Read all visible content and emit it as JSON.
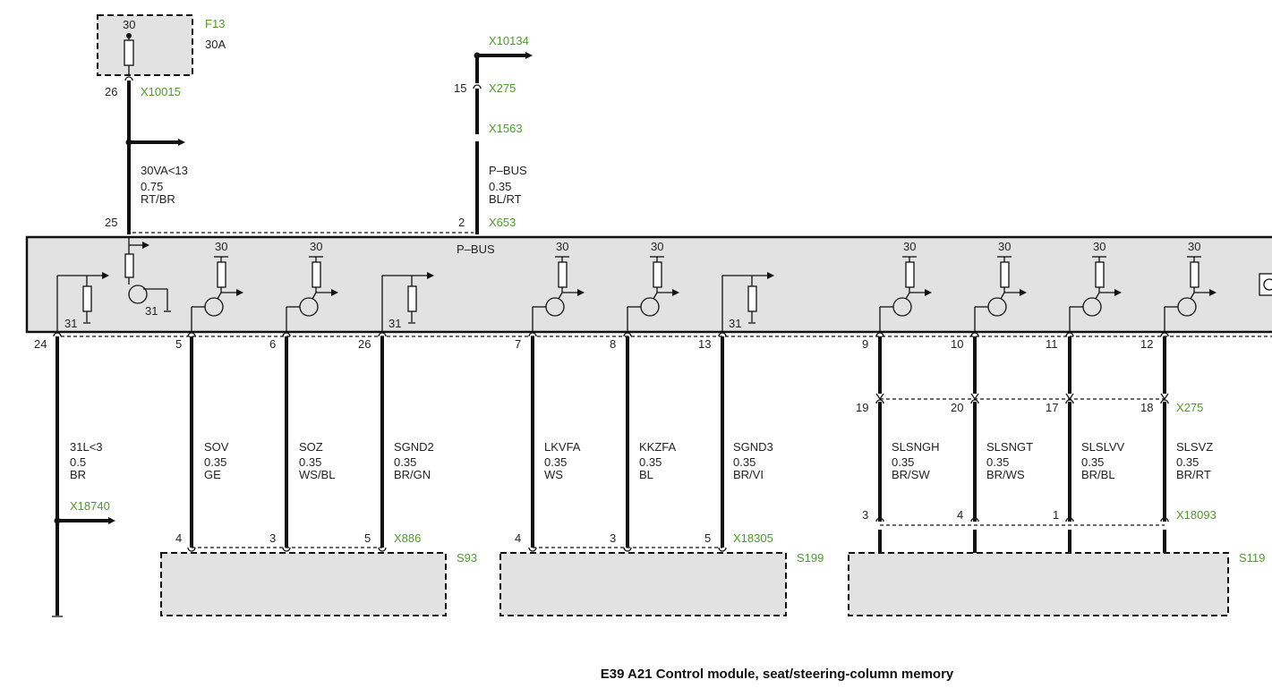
{
  "title": "E39 A21 Control module, seat/steering-column memory",
  "colors": {
    "connector_label": "#4e9a27",
    "module_fill": "#e2e2e2",
    "wire": "#111111"
  },
  "fuse": {
    "name": "F13",
    "rating": "30A",
    "terminal": "30",
    "pin": "26",
    "connector": "X10015"
  },
  "supply_wire": {
    "name": "30VA<13",
    "size": "0.75",
    "color": "RT/BR",
    "pin": "25"
  },
  "pbus": {
    "top_connector": "X10134",
    "connectors": [
      "X275",
      "X1563",
      "X653"
    ],
    "top_pin": "15",
    "module_pin": "2",
    "wire_name": "P–BUS",
    "size": "0.35",
    "color": "BL/RT",
    "module_label": "P–BUS"
  },
  "ground_wire": {
    "pin": "24",
    "name": "31L<3",
    "size": "0.5",
    "color": "BR",
    "connector": "X18740"
  },
  "module_labels": {
    "terminal_30": "30",
    "terminal_31": "31"
  },
  "switch_groups": [
    {
      "component": "S93",
      "connector": "X886",
      "wires": [
        {
          "module_pin": "5",
          "name": "SOV",
          "size": "0.35",
          "color": "GE",
          "switch_pin": "4"
        },
        {
          "module_pin": "6",
          "name": "SOZ",
          "size": "0.35",
          "color": "WS/BL",
          "switch_pin": "3"
        },
        {
          "module_pin": "26",
          "name": "SGND2",
          "size": "0.35",
          "color": "BR/GN",
          "switch_pin": "5"
        }
      ]
    },
    {
      "component": "S199",
      "connector": "X18305",
      "wires": [
        {
          "module_pin": "7",
          "name": "LKVFA",
          "size": "0.35",
          "color": "WS",
          "switch_pin": "4"
        },
        {
          "module_pin": "8",
          "name": "KKZFA",
          "size": "0.35",
          "color": "BL",
          "switch_pin": "3"
        },
        {
          "module_pin": "13",
          "name": "SGND3",
          "size": "0.35",
          "color": "BR/VI",
          "switch_pin": "5"
        }
      ]
    },
    {
      "component": "S119",
      "connector": "X18093",
      "mid_connector": "X275",
      "wires": [
        {
          "module_pin": "9",
          "mid_pin": "19",
          "name": "SLSNGH",
          "size": "0.35",
          "color": "BR/SW",
          "switch_pin": "3"
        },
        {
          "module_pin": "10",
          "mid_pin": "20",
          "name": "SLSNGT",
          "size": "0.35",
          "color": "BR/WS",
          "switch_pin": "4"
        },
        {
          "module_pin": "11",
          "mid_pin": "17",
          "name": "SLSLVV",
          "size": "0.35",
          "color": "BR/BL",
          "switch_pin": "1"
        },
        {
          "module_pin": "12",
          "mid_pin": "18",
          "name": "SLSVZ",
          "size": "0.35",
          "color": "BR/RT",
          "switch_pin": ""
        }
      ]
    }
  ]
}
